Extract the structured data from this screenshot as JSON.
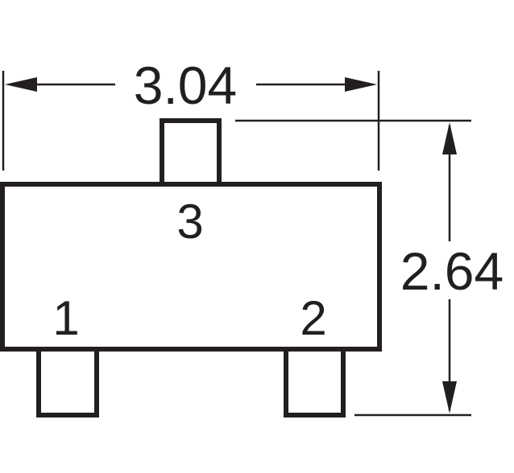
{
  "dimensions": {
    "width_label": "3.04",
    "height_label": "2.64"
  },
  "pins": [
    {
      "label": "1"
    },
    {
      "label": "2"
    },
    {
      "label": "3"
    }
  ],
  "colors": {
    "line": "#231f20",
    "background": "#ffffff"
  }
}
